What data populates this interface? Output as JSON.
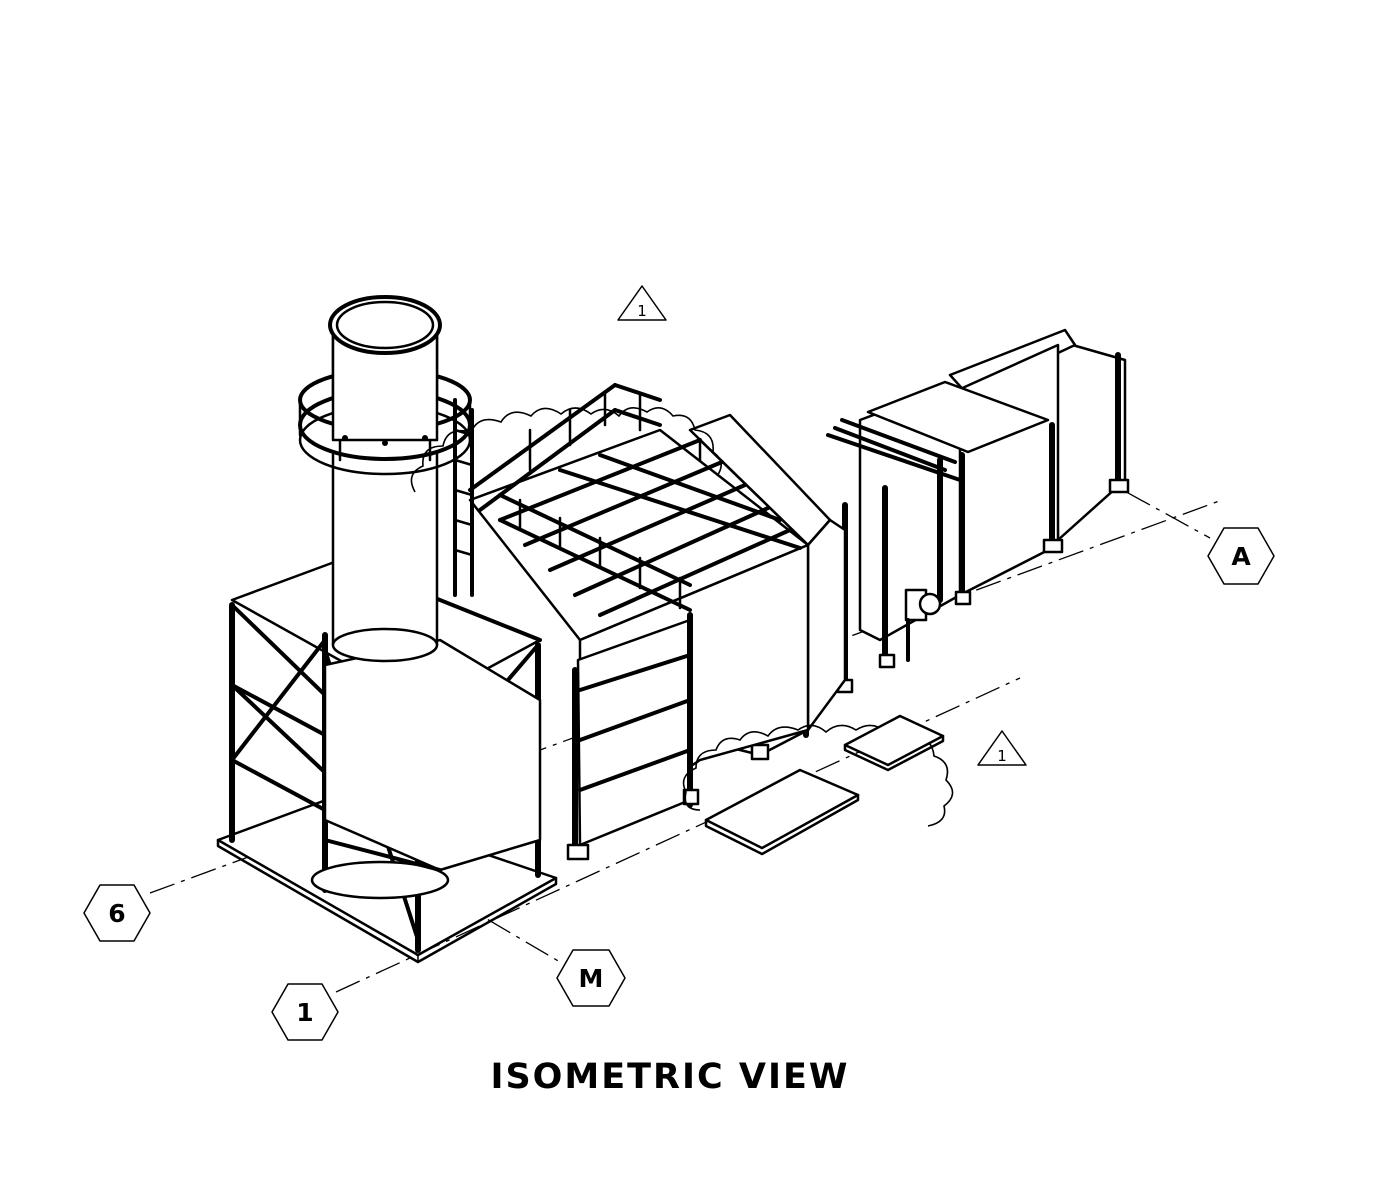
{
  "drawing": {
    "view_title": "ISOMETRIC VIEW",
    "grid_tags": {
      "tag_a": "A",
      "tag_6": "6",
      "tag_m": "M",
      "tag_1": "1"
    },
    "revision_marks": {
      "rev_top": "1",
      "rev_right": "1"
    },
    "icons": {
      "grid_bubble": "hexagon-icon",
      "revision_delta": "triangle-icon"
    },
    "colors": {
      "line": "#000000",
      "background": "#ffffff"
    }
  }
}
